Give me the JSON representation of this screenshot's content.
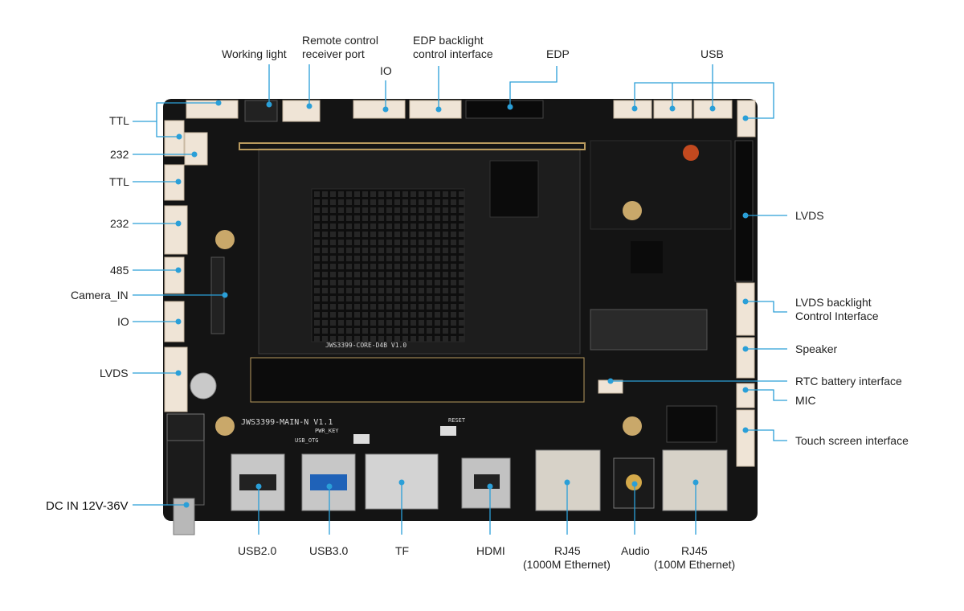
{
  "labels": {
    "working_light": "Working light",
    "remote_line1": "Remote control",
    "remote_line2": "receiver port",
    "io_top": "IO",
    "edp_bl_line1": "EDP backlight",
    "edp_bl_line2": "control interface",
    "edp": "EDP",
    "usb": "USB",
    "ttl_1": "TTL",
    "rs232_1": "232",
    "ttl_2": "TTL",
    "rs232_2": "232",
    "rs485": "485",
    "camera_in": "Camera_IN",
    "io_left": "IO",
    "lvds_left": "LVDS",
    "dc_in": "DC IN 12V-36V",
    "usb2": "USB2.0",
    "usb3": "USB3.0",
    "tf": "TF",
    "hdmi": "HDMI",
    "rj45_1000_line1": "RJ45",
    "rj45_1000_line2": "(1000M Ethernet)",
    "audio": "Audio",
    "rj45_100_line1": "RJ45",
    "rj45_100_line2": "(100M Ethernet)",
    "lvds_right": "LVDS",
    "lvds_bl_line1": "LVDS backlight",
    "lvds_bl_line2": "Control Interface",
    "speaker": "Speaker",
    "rtc": "RTC battery interface",
    "mic": "MIC",
    "touch": "Touch screen interface"
  },
  "board": {
    "main_silk": "JWS3399-MAIN-N V1.1",
    "core_silk": "JWS3399-CORE-D4B V1.0",
    "reset": "RESET",
    "pwr_key": "PWR_KEY",
    "usb_otg": "USB_OTG"
  },
  "colors": {
    "leader": "#2a9fd8",
    "board": "#141414",
    "connector": "#efe4d6"
  }
}
